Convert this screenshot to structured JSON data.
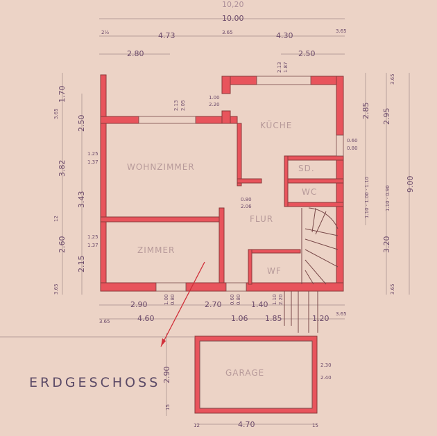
{
  "title": "ERDGESCHOSS",
  "colors": {
    "paper": "#ecd3c6",
    "wall": "#e8545c",
    "ink": "#6b4a6a"
  },
  "rooms": {
    "wohnzimmer": "WOHNZIMMER",
    "kueche": "KÜCHE",
    "sd": "SD.",
    "wc": "WC",
    "flur": "FLUR",
    "zimmer": "ZIMMER",
    "wf": "WF",
    "garage": "GARAGE"
  },
  "dims": {
    "top": [
      "10,20",
      "10.00",
      "2½",
      "4.73",
      "3.65",
      "4.30",
      "3.65",
      "2.80",
      "2.50"
    ],
    "openings": [
      "2.13",
      "1.87",
      "2.13",
      "2.05",
      "1.00",
      "2.20",
      "0.60",
      "0.80",
      "0.80",
      "2.06"
    ],
    "left": [
      "1.70",
      "3.65",
      "2.50",
      "3.82",
      "1.25",
      "1.37",
      "3.43",
      "12",
      "2.60",
      "1.25",
      "1.37",
      "2.15",
      "3.65"
    ],
    "right": [
      "2.85",
      "2.95",
      "3.65",
      "1.10 · 1.00 · 1.10",
      "1.10 · 0.90",
      "9.00",
      "3.20",
      "3.65"
    ],
    "bottom": [
      "2.90",
      "1.00",
      "0.80",
      "2.70",
      "0.60",
      "0.80",
      "1.40",
      "1.10",
      "2.20",
      "4.60",
      "1.06",
      "1.85",
      "1.20",
      "3.65",
      "3.65"
    ],
    "garage": [
      "2.90",
      "2.30",
      "2.40",
      "4.70",
      "15",
      "12",
      "15"
    ]
  }
}
